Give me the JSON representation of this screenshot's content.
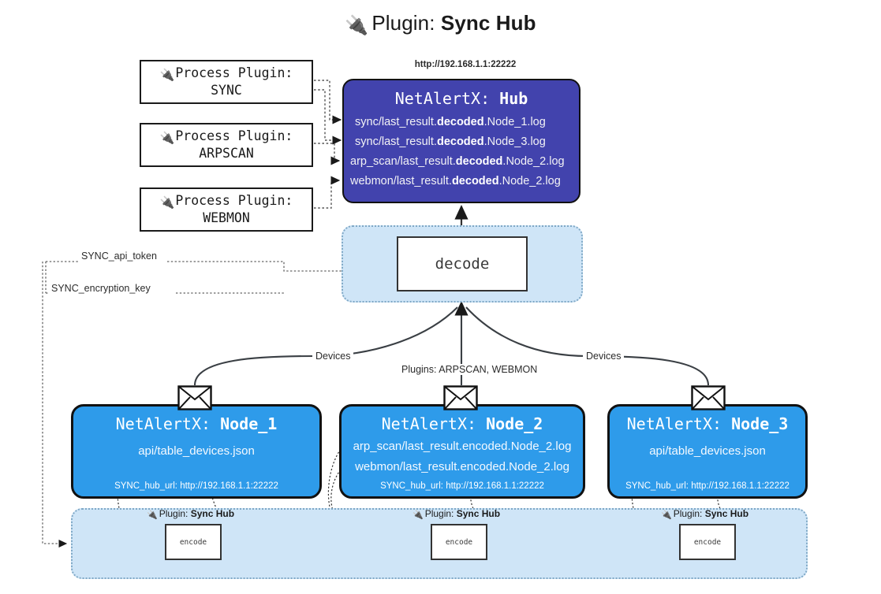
{
  "title": {
    "icon": "electric-plug-icon",
    "prefix": "Plugin: ",
    "name": "Sync Hub",
    "glyph": "🔌"
  },
  "colors": {
    "hub_fill": "#4243ad",
    "node_fill": "#2e9bea",
    "container_fill": "#cfe5f7",
    "container_border": "#7fa8c6",
    "outline": "#111111",
    "text_light": "#ffffff",
    "text_dark": "#1a1a1a"
  },
  "process_plugins": [
    {
      "line1": "Process Plugin:",
      "line2": "SYNC"
    },
    {
      "line1": "Process Plugin:",
      "line2": "ARPSCAN"
    },
    {
      "line1": "Process Plugin:",
      "line2": "WEBMON"
    }
  ],
  "hub": {
    "url": "http://192.168.1.1:22222",
    "title_prefix": "NetAlertX: ",
    "title_name": "Hub",
    "logs": [
      {
        "pre": "sync/last_result.",
        "bold": "decoded",
        "post": ".Node_1.log"
      },
      {
        "pre": "sync/last_result.",
        "bold": "decoded",
        "post": ".Node_3.log"
      },
      {
        "pre": "arp_scan/last_result.",
        "bold": "decoded",
        "post": ".Node_2.log"
      },
      {
        "pre": "webmon/last_result.",
        "bold": "decoded",
        "post": ".Node_2.log"
      }
    ]
  },
  "decode": {
    "label": "decode"
  },
  "settings": {
    "api_token": "SYNC_api_token",
    "encryption_key": "SYNC_encryption_key"
  },
  "edge_labels": {
    "devices_left": "Devices",
    "devices_right": "Devices",
    "plugins_mid": "Plugins: ARPSCAN, WEBMON"
  },
  "nodes": [
    {
      "title_prefix": "NetAlertX: ",
      "title_name": "Node_1",
      "lines": [
        "api/table_devices.json"
      ],
      "hub_url_label": "SYNC_hub_url: http://192.168.1.1:22222",
      "icon": "envelope-icon"
    },
    {
      "title_prefix": "NetAlertX: ",
      "title_name": "Node_2",
      "lines": [
        "arp_scan/last_result.encoded.Node_2.log",
        "webmon/last_result.encoded.Node_2.log"
      ],
      "hub_url_label": "SYNC_hub_url: http://192.168.1.1:22222",
      "icon": "envelope-icon"
    },
    {
      "title_prefix": "NetAlertX: ",
      "title_name": "Node_3",
      "lines": [
        "api/table_devices.json"
      ],
      "hub_url_label": "SYNC_hub_url: http://192.168.1.1:22222",
      "icon": "envelope-icon"
    }
  ],
  "encoders": [
    {
      "caption_prefix": "Plugin: ",
      "caption_name": "Sync Hub",
      "label": "encode",
      "glyph": "🔌"
    },
    {
      "caption_prefix": "Plugin: ",
      "caption_name": "Sync Hub",
      "label": "encode",
      "glyph": "🔌"
    },
    {
      "caption_prefix": "Plugin: ",
      "caption_name": "Sync Hub",
      "label": "encode",
      "glyph": "🔌"
    }
  ]
}
